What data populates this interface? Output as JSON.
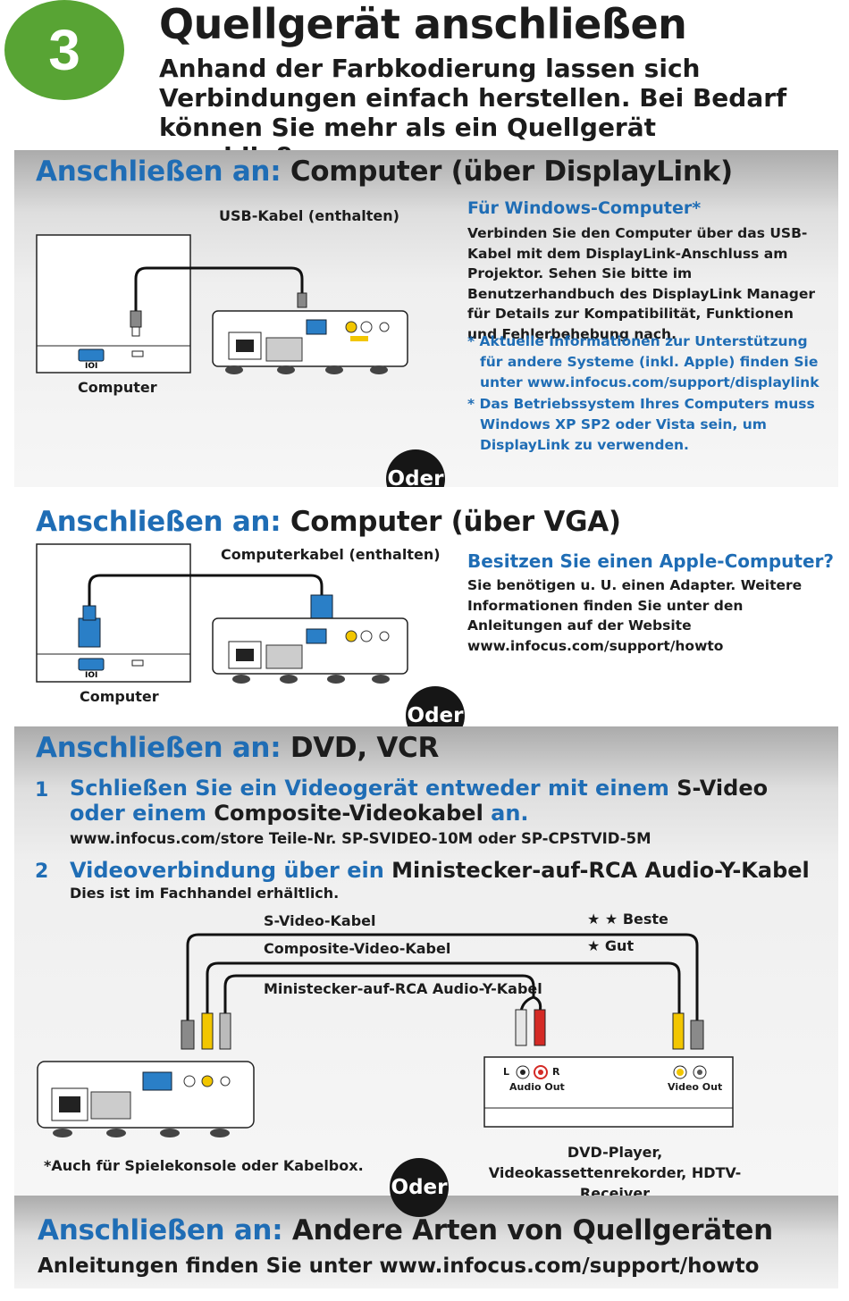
{
  "header": {
    "step_number": "3",
    "title": "Quellgerät anschließen",
    "subtitle": "Anhand der Farbkodierung lassen sich Verbindungen einfach herstellen. Bei Bedarf können Sie mehr als ein Quellgerät anschließen."
  },
  "connect_label": "Anschließen an:",
  "or_label": "Oder",
  "sections": {
    "displaylink": {
      "target": "Computer (über DisplayLink)",
      "cable_label": "USB-Kabel (enthalten)",
      "computer_label": "Computer",
      "heading": "Für Windows-Computer*",
      "body": "Verbinden Sie den Computer über das USB-Kabel mit dem DisplayLink-Anschluss am Projektor. Sehen Sie bitte im Benutzerhandbuch des DisplayLink Manager für Details zur Kompatibilität, Funktionen und Fehlerbehebung nach.",
      "note1": "* Aktuelle Informationen zur Unterstützung für andere Systeme (inkl. Apple) finden Sie unter www.infocus.com/support/displaylink",
      "note2": "* Das Betriebssystem Ihres Computers muss Windows XP SP2 oder Vista sein, um DisplayLink zu verwenden."
    },
    "vga": {
      "target": "Computer (über VGA)",
      "cable_label": "Computerkabel (enthalten)",
      "computer_label": "Computer",
      "heading": "Besitzen Sie einen Apple-Computer?",
      "body": "Sie benötigen u. U. einen Adapter. Weitere Informationen finden Sie unter den Anleitungen auf der Website www.infocus.com/support/howto"
    },
    "dvd": {
      "target": "DVD, VCR",
      "step1_number": "1",
      "step1_a": "Schließen Sie ein Videogerät entweder mit einem ",
      "step1_b": "S-Video",
      "step1_c": " oder einem ",
      "step1_d": "Composite-Videokabel",
      "step1_e": " an.",
      "step1_sub": "www.infocus.com/store Teile-Nr. SP-SVIDEO-10M oder SP-CPSTVID-5M",
      "step2_number": "2",
      "step2_a": "Videoverbindung über ein ",
      "step2_b": "Ministecker-auf-RCA Audio-Y-Kabel",
      "step2_sub": "Dies ist im Fachhandel erhältlich.",
      "cable_svideo": "S-Video-Kabel",
      "cable_composite": "Composite-Video-Kabel",
      "cable_audio": "Ministecker-auf-RCA Audio-Y-Kabel",
      "rating_best": "★ ★  Beste",
      "rating_good": "★  Gut",
      "port_left": "L",
      "port_right": "R",
      "audio_out": "Audio Out",
      "video_out": "Video Out",
      "footnote": "*Auch für Spielekonsole oder Kabelbox.",
      "device_label": "DVD-Player, Videokassettenrekorder, HDTV-Receiver"
    },
    "other": {
      "target": "Andere Arten von Quellgeräten",
      "instructions": "Anleitungen finden Sie unter www.infocus.com/support/howto"
    }
  },
  "colors": {
    "accent_blue": "#1f6db5",
    "step_green": "#58a434",
    "vga_blue": "#2a7fc7",
    "composite_yellow": "#f2c600",
    "audio_red": "#d42a25"
  }
}
